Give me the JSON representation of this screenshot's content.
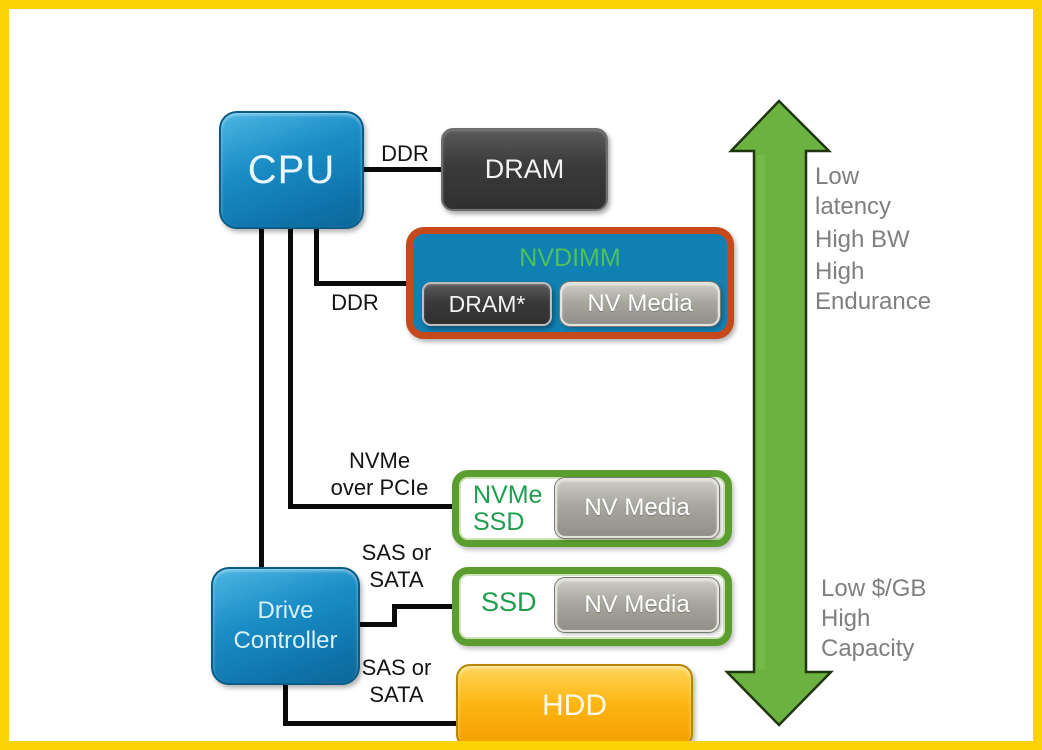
{
  "colors": {
    "frame_border": "#FBD304",
    "cpu_blue": "#1b8ec6",
    "nvdimm_border_orange": "#C6491B",
    "green_outline": "#5B9E2F",
    "arrow_green": "#6BB241",
    "hdd_orange": "#fdb714",
    "gray_text": "#7f7f7f",
    "green_text": "#1f9e4e"
  },
  "nodes": {
    "cpu": {
      "label": "CPU"
    },
    "dram": {
      "label": "DRAM"
    },
    "nvdimm": {
      "title": "NVDIMM",
      "dram_child": "DRAM*",
      "media_child": "NV Media"
    },
    "nvme_ssd": {
      "label_line1": "NVMe",
      "label_line2": "SSD",
      "media_child": "NV Media"
    },
    "ssd": {
      "label": "SSD",
      "media_child": "NV Media"
    },
    "drive_controller": {
      "label_line1": "Drive",
      "label_line2": "Controller"
    },
    "hdd": {
      "label": "HDD"
    }
  },
  "edges": {
    "ddr_cpu_dram": "DDR",
    "ddr_cpu_nvdimm": "DDR",
    "nvme_over_pcie": "NVMe\nover PCIe",
    "sas_or_sata_ssd": "SAS or\nSATA",
    "sas_or_sata_hdd": "SAS or\nSATA"
  },
  "axis": {
    "top_lines": [
      "Low",
      "latency",
      "High BW",
      "High",
      "Endurance"
    ],
    "bottom_lines": [
      "Low $/GB",
      "High",
      "Capacity"
    ]
  }
}
